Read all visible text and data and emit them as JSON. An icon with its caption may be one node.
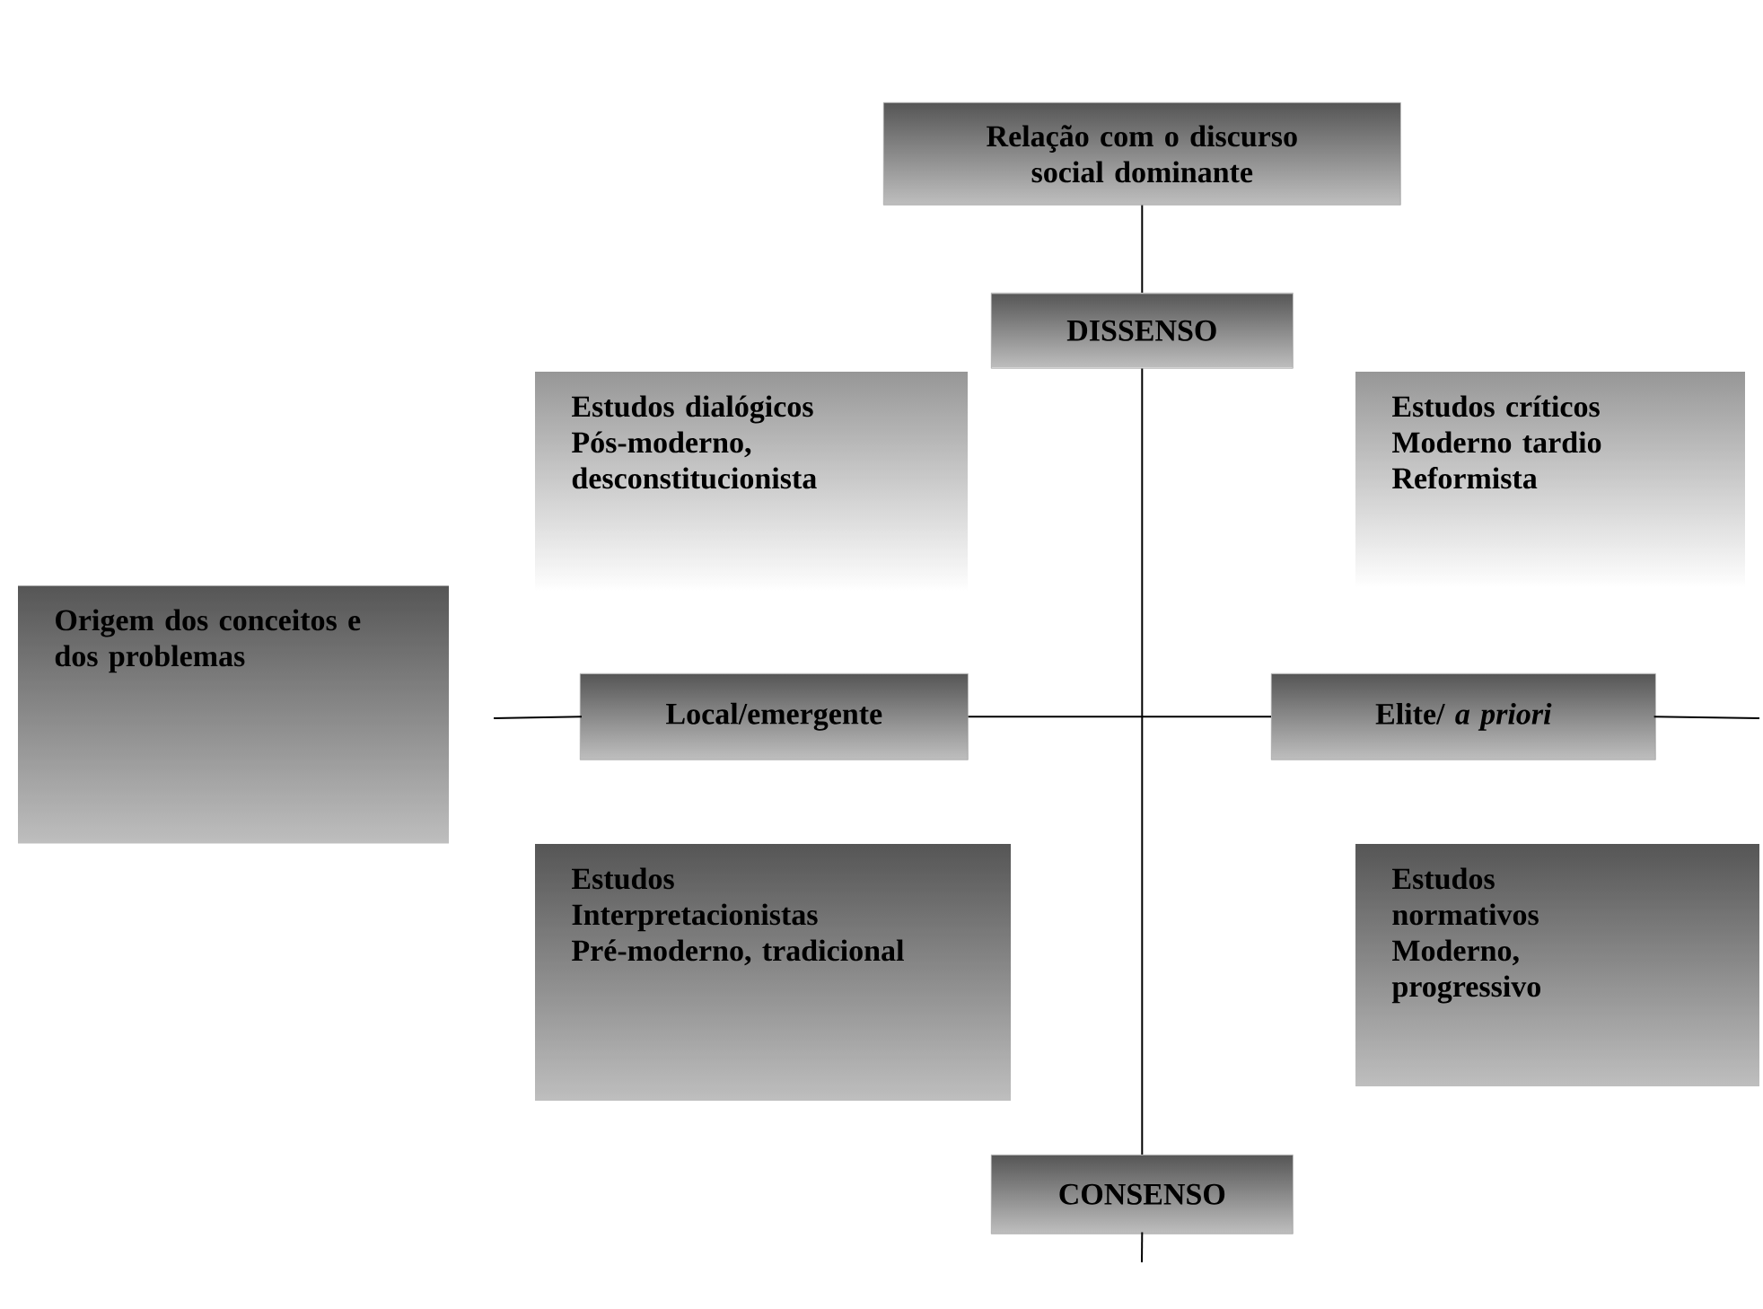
{
  "diagram": {
    "nodes": [
      {
        "text": [
          "Relação com o discurso social dominante"
        ]
      },
      {
        "text": [
          "DISSENSO"
        ]
      },
      {
        "text": [
          "Estudos dialógicos",
          "Pós-moderno, desconstitucionista"
        ]
      },
      {
        "text": [
          "Estudos críticos",
          "Moderno tardio",
          "Reformista"
        ]
      },
      {
        "text": [
          "Origem dos conceitos e dos problemas"
        ]
      },
      {
        "text": [
          "Local/emergente"
        ]
      },
      {
        "text": [
          "Elite/ *a priori*"
        ]
      },
      {
        "text": [
          "Estudos Interpretacionistas",
          "Pré-moderno, tradicional"
        ]
      },
      {
        "text": [
          "Estudos normativos",
          "Moderno, progressivo"
        ]
      },
      {
        "text": [
          "CONSENSO"
        ]
      }
    ],
    "edges": [
      {
        "from": 0,
        "to": 1,
        "arrow": "none"
      },
      {
        "from": 1,
        "to": 9,
        "arrow": "none"
      },
      {
        "from": 9,
        "to": null,
        "arrow": "none"
      },
      {
        "from": null,
        "to": 5,
        "arrow": "none"
      },
      {
        "from": 5,
        "to": 6,
        "arrow": "none"
      },
      {
        "from": 6,
        "to": null,
        "arrow": "none"
      }
    ]
  }
}
